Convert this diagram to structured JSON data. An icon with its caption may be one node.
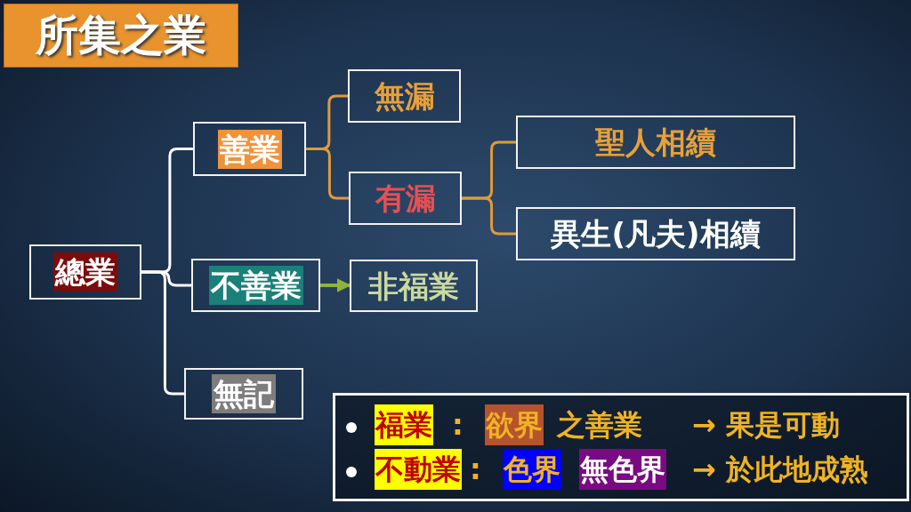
{
  "diagram": {
    "title": "所集之業",
    "nodes": [
      {
        "text": [
          "總業"
        ]
      },
      {
        "text": [
          "善業"
        ]
      },
      {
        "text": [
          "不善業"
        ]
      },
      {
        "text": [
          "無記"
        ]
      },
      {
        "text": [
          "無漏"
        ]
      },
      {
        "text": [
          "有漏"
        ]
      },
      {
        "text": [
          "非福業"
        ]
      },
      {
        "text": [
          "聖人相續"
        ]
      },
      {
        "text": [
          "異生(凡夫)相續"
        ]
      }
    ],
    "edges": [
      {
        "from": 0,
        "to": 1,
        "arrow": "none",
        "color": "#ffffff"
      },
      {
        "from": 0,
        "to": 2,
        "arrow": "none",
        "color": "#ffffff"
      },
      {
        "from": 0,
        "to": 3,
        "arrow": "none",
        "color": "#ffffff"
      },
      {
        "from": 1,
        "to": 4,
        "arrow": "none"
      },
      {
        "from": 1,
        "to": 5,
        "arrow": "none"
      },
      {
        "from": 5,
        "to": 7,
        "arrow": "none"
      },
      {
        "from": 5,
        "to": 8,
        "arrow": "none"
      },
      {
        "from": 2,
        "to": 6,
        "arrow": "to",
        "color": "#8db33a"
      }
    ],
    "labels": [
      "福業",
      ":",
      "欲界",
      "之善業",
      "→ 果是可動",
      "不動業",
      ":",
      "色界",
      "無色界",
      "→ 於此地成熟"
    ]
  }
}
